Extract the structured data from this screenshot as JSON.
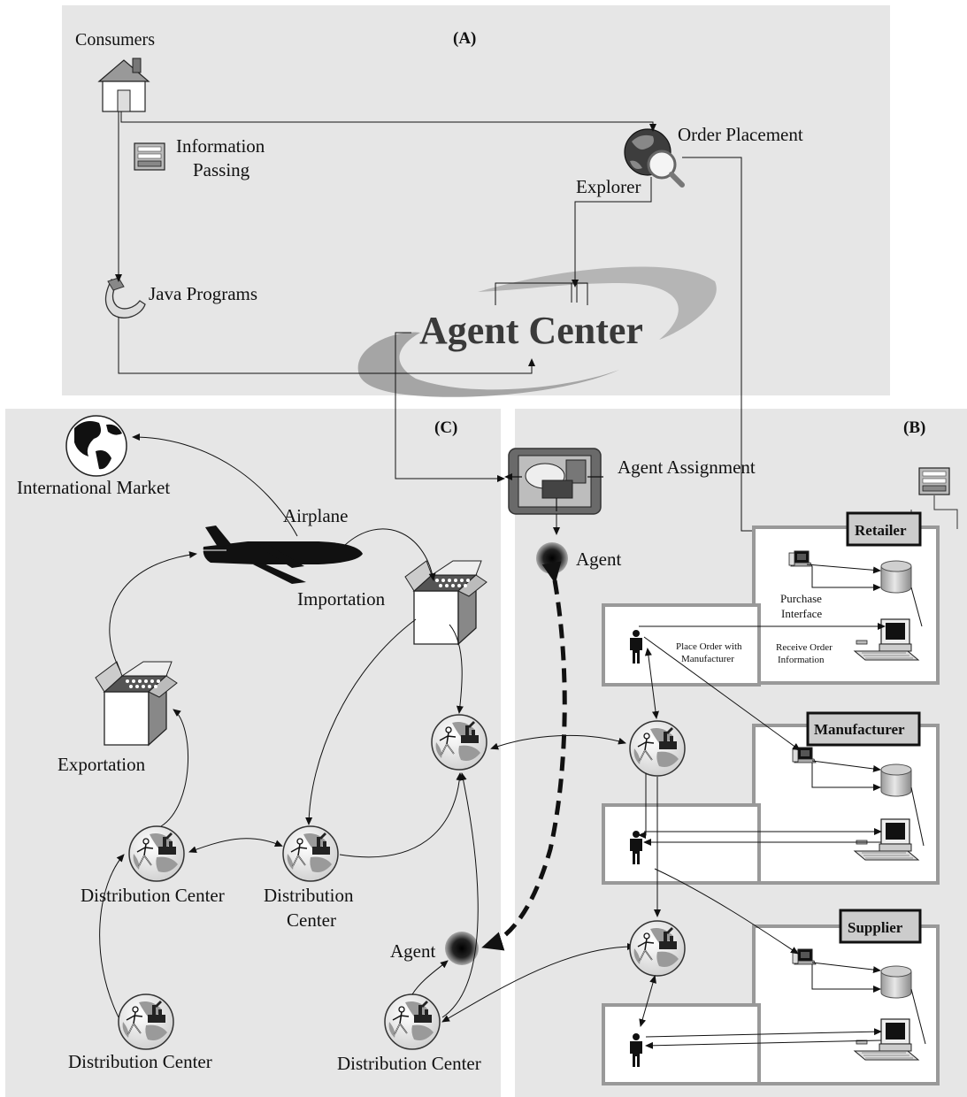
{
  "panels": {
    "a": {
      "label": "(A)"
    },
    "b": {
      "label": "(B)"
    },
    "c": {
      "label": "(C)"
    }
  },
  "top": {
    "consumers": "Consumers",
    "information_passing_1": "Information",
    "information_passing_2": "Passing",
    "java_programs": "Java Programs",
    "order_placement": "Order Placement",
    "explorer": "Explorer",
    "agent_center": "Agent Center"
  },
  "middle": {
    "agent_assignment": "Agent Assignment",
    "agent_top": "Agent",
    "agent_bottom": "Agent"
  },
  "left": {
    "international_market": "International Market",
    "airplane": "Airplane",
    "importation": "Importation",
    "exportation": "Exportation",
    "dc_left": "Distribution Center",
    "dc_mid_1": "Distribution",
    "dc_mid_2": "Center",
    "dc_bottom_left": "Distribution Center",
    "dc_bottom_mid": "Distribution Center"
  },
  "right": {
    "retailer": "Retailer",
    "manufacturer": "Manufacturer",
    "supplier": "Supplier",
    "purchase_interface_1": "Purchase",
    "purchase_interface_2": "Interface",
    "place_order_1": "Place Order with",
    "place_order_2": "Manufacturer",
    "receive_order_1": "Receive Order",
    "receive_order_2": "Information"
  },
  "colors": {
    "panel": "#e6e6e6",
    "box_border": "#999999",
    "ink": "#111111"
  }
}
